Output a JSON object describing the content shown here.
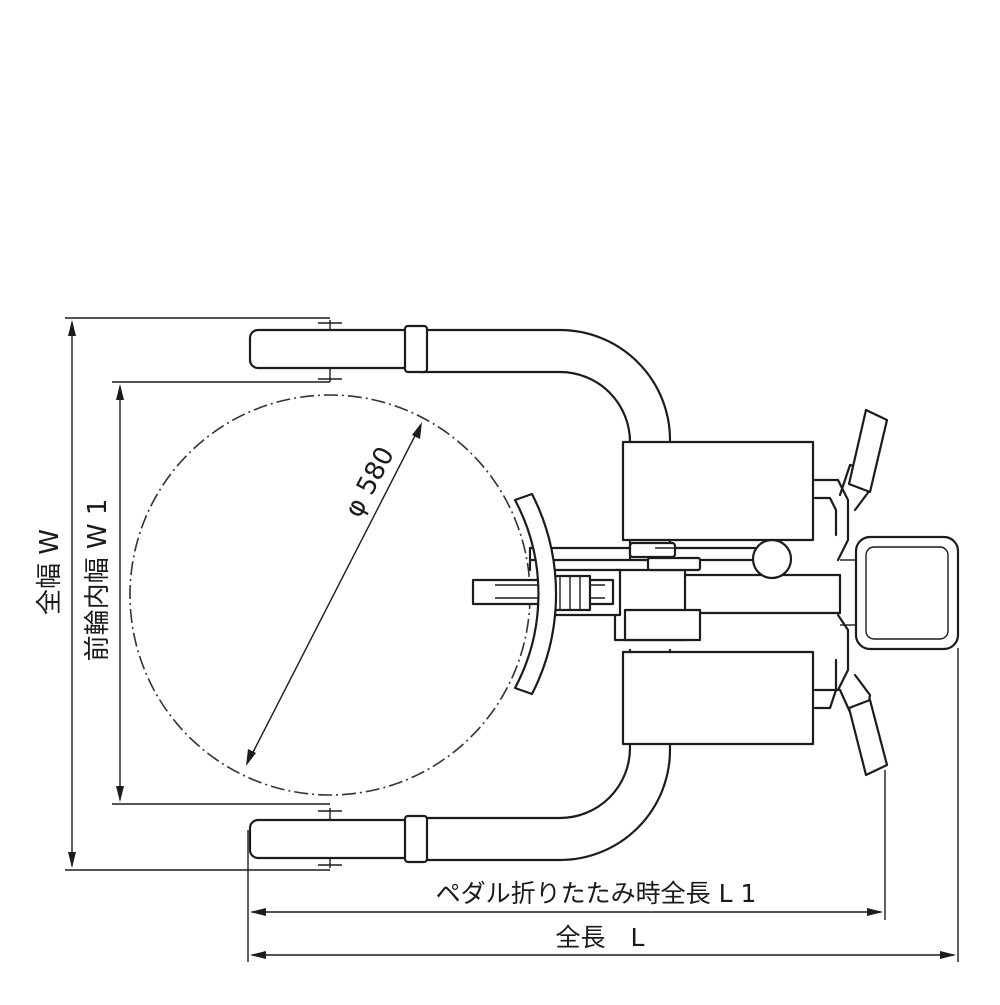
{
  "labels": {
    "overall_width": "全幅 W",
    "front_inner_width": "前輪内幅 W 1",
    "diameter": "φ 580",
    "folded_length": "ペダル折りたたみ時全長 L 1",
    "overall_length": "全長　L"
  }
}
